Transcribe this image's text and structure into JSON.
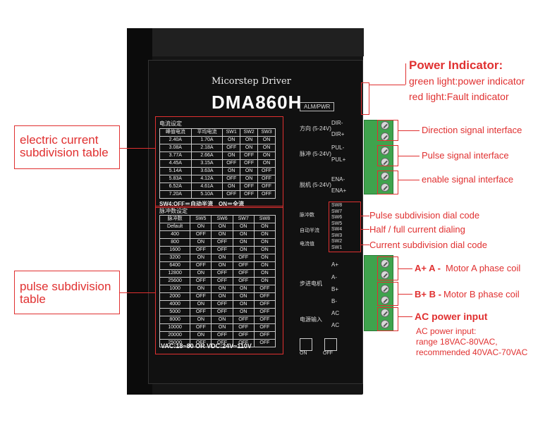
{
  "driver": {
    "brand": "Micorstep Driver",
    "model": "DMA860H",
    "alm_pwr": "ALM/PWR"
  },
  "current_table": {
    "title": "电流设定",
    "headers": [
      "峰值电流",
      "平均电流",
      "SW1",
      "SW2",
      "SW3"
    ],
    "rows": [
      [
        "2.40A",
        "1.70A",
        "ON",
        "ON",
        "ON"
      ],
      [
        "3.08A",
        "2.18A",
        "OFF",
        "ON",
        "ON"
      ],
      [
        "3.77A",
        "2.66A",
        "ON",
        "OFF",
        "ON"
      ],
      [
        "4.45A",
        "3.15A",
        "OFF",
        "OFF",
        "ON"
      ],
      [
        "5.14A",
        "3.63A",
        "ON",
        "ON",
        "OFF"
      ],
      [
        "5.83A",
        "4.12A",
        "OFF",
        "ON",
        "OFF"
      ],
      [
        "6.52A",
        "4.61A",
        "ON",
        "OFF",
        "OFF"
      ],
      [
        "7.20A",
        "5.10A",
        "OFF",
        "OFF",
        "OFF"
      ]
    ],
    "note": "SW4:OFF＝自动半流　ON＝全流"
  },
  "pulse_table": {
    "title": "脉冲数设定",
    "headers": [
      "脉冲数",
      "SW5",
      "SW6",
      "SW7",
      "SW8"
    ],
    "rows": [
      [
        "Default",
        "ON",
        "ON",
        "ON",
        "ON"
      ],
      [
        "400",
        "OFF",
        "ON",
        "ON",
        "ON"
      ],
      [
        "800",
        "ON",
        "OFF",
        "ON",
        "ON"
      ],
      [
        "1600",
        "OFF",
        "OFF",
        "ON",
        "ON"
      ],
      [
        "3200",
        "ON",
        "ON",
        "OFF",
        "ON"
      ],
      [
        "6400",
        "OFF",
        "ON",
        "OFF",
        "ON"
      ],
      [
        "12800",
        "ON",
        "OFF",
        "OFF",
        "ON"
      ],
      [
        "25600",
        "OFF",
        "OFF",
        "OFF",
        "ON"
      ],
      [
        "1000",
        "ON",
        "ON",
        "ON",
        "OFF"
      ],
      [
        "2000",
        "OFF",
        "ON",
        "ON",
        "OFF"
      ],
      [
        "4000",
        "ON",
        "OFF",
        "ON",
        "OFF"
      ],
      [
        "5000",
        "OFF",
        "OFF",
        "ON",
        "OFF"
      ],
      [
        "8000",
        "ON",
        "ON",
        "OFF",
        "OFF"
      ],
      [
        "10000",
        "OFF",
        "ON",
        "OFF",
        "OFF"
      ],
      [
        "20000",
        "ON",
        "OFF",
        "OFF",
        "OFF"
      ],
      [
        "25000",
        "OFF",
        "OFF",
        "OFF",
        "OFF"
      ]
    ],
    "voltage_note": "VAC:18~80 OR VDC:24V~110V"
  },
  "terminals": {
    "direction_group": "方向 (5-24V)",
    "dir_minus": "DIR-",
    "dir_plus": "DIR+",
    "pulse_group": "脉冲 (5-24V)",
    "pul_minus": "PUL-",
    "pul_plus": "PUL+",
    "enable_group": "脱机 (5-24V)",
    "ena_minus": "ENA-",
    "ena_plus": "ENA+",
    "motor_group": "步进电机",
    "a_plus": "A+",
    "a_minus": "A-",
    "b_plus": "B+",
    "b_minus": "B-",
    "power_group": "电源输入",
    "ac1": "AC",
    "ac2": "AC"
  },
  "dip": {
    "pulse_label": "脉冲数",
    "half_label": "自动半流",
    "current_label": "电流值",
    "switches": [
      "SW8",
      "SW7",
      "SW6",
      "SW5",
      "SW4",
      "SW3",
      "SW2",
      "SW1"
    ],
    "on_label": "ON",
    "off_label": "OFF"
  },
  "callouts": {
    "power_indicator_title": "Power Indicator:",
    "green_light": "green light:power indicator",
    "red_light": "red light:Fault indicator",
    "direction": "Direction signal interface",
    "pulse": "Pulse signal interface",
    "enable": "enable signal interface",
    "pulse_dial": "Pulse subdivision dial code",
    "half_full": "Half / full current dialing",
    "current_dial": "Current subdivision dial code",
    "motor_a_prefix": "A+  A -",
    "motor_a": "Motor A phase coil",
    "motor_b_prefix": "B+  B -",
    "motor_b": "Motor B phase coil",
    "ac_power": "AC power input",
    "ac_line1": "AC power input:",
    "ac_line2": "range 18VAC-80VAC,",
    "ac_line3": "recommended 40VAC-70VAC",
    "electric_line1": "electric current",
    "electric_line2": "subdivision table",
    "pulse_sub_line1": "pulse subdivision",
    "pulse_sub_line2": "table"
  },
  "colors": {
    "accent_red": "#e03030",
    "terminal_green": "#3fa34d",
    "driver_body": "#151515"
  }
}
